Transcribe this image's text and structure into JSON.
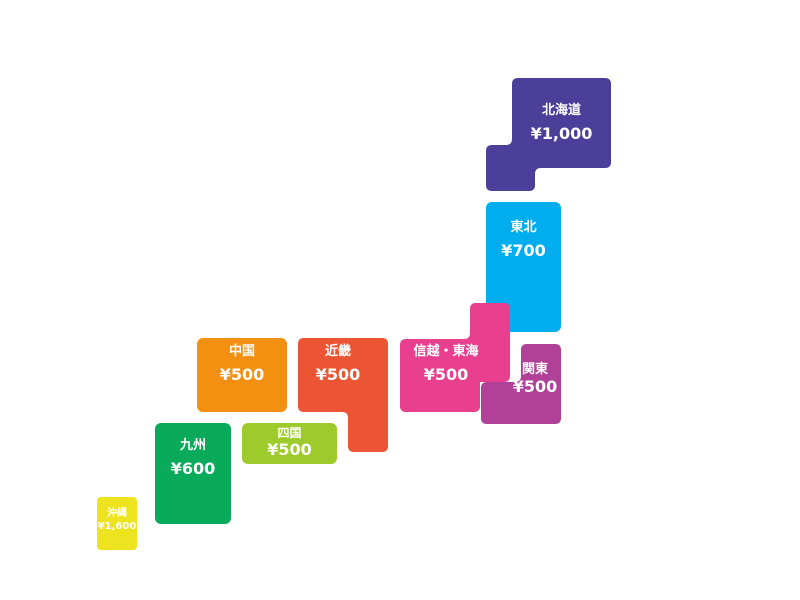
{
  "regions": {
    "hokkaido": {
      "name": "北海道",
      "price": "¥1,000",
      "color": "#4b3f99"
    },
    "tohoku": {
      "name": "東北",
      "price": "¥700",
      "color": "#00aeef"
    },
    "kanto": {
      "name": "関東",
      "price": "¥500",
      "color": "#b04098"
    },
    "shinetsu_tokai": {
      "name": "信越・東海",
      "price": "¥500",
      "color": "#e8408f"
    },
    "kinki": {
      "name": "近畿",
      "price": "¥500",
      "color": "#ec5533"
    },
    "chugoku": {
      "name": "中国",
      "price": "¥500",
      "color": "#f39012"
    },
    "shikoku": {
      "name": "四国",
      "price": "¥500",
      "color": "#9ccb2b"
    },
    "kyushu": {
      "name": "九州",
      "price": "¥600",
      "color": "#0aaa5b"
    },
    "okinawa": {
      "name": "沖縄",
      "price": "¥1,600",
      "color": "#ede41f"
    }
  }
}
